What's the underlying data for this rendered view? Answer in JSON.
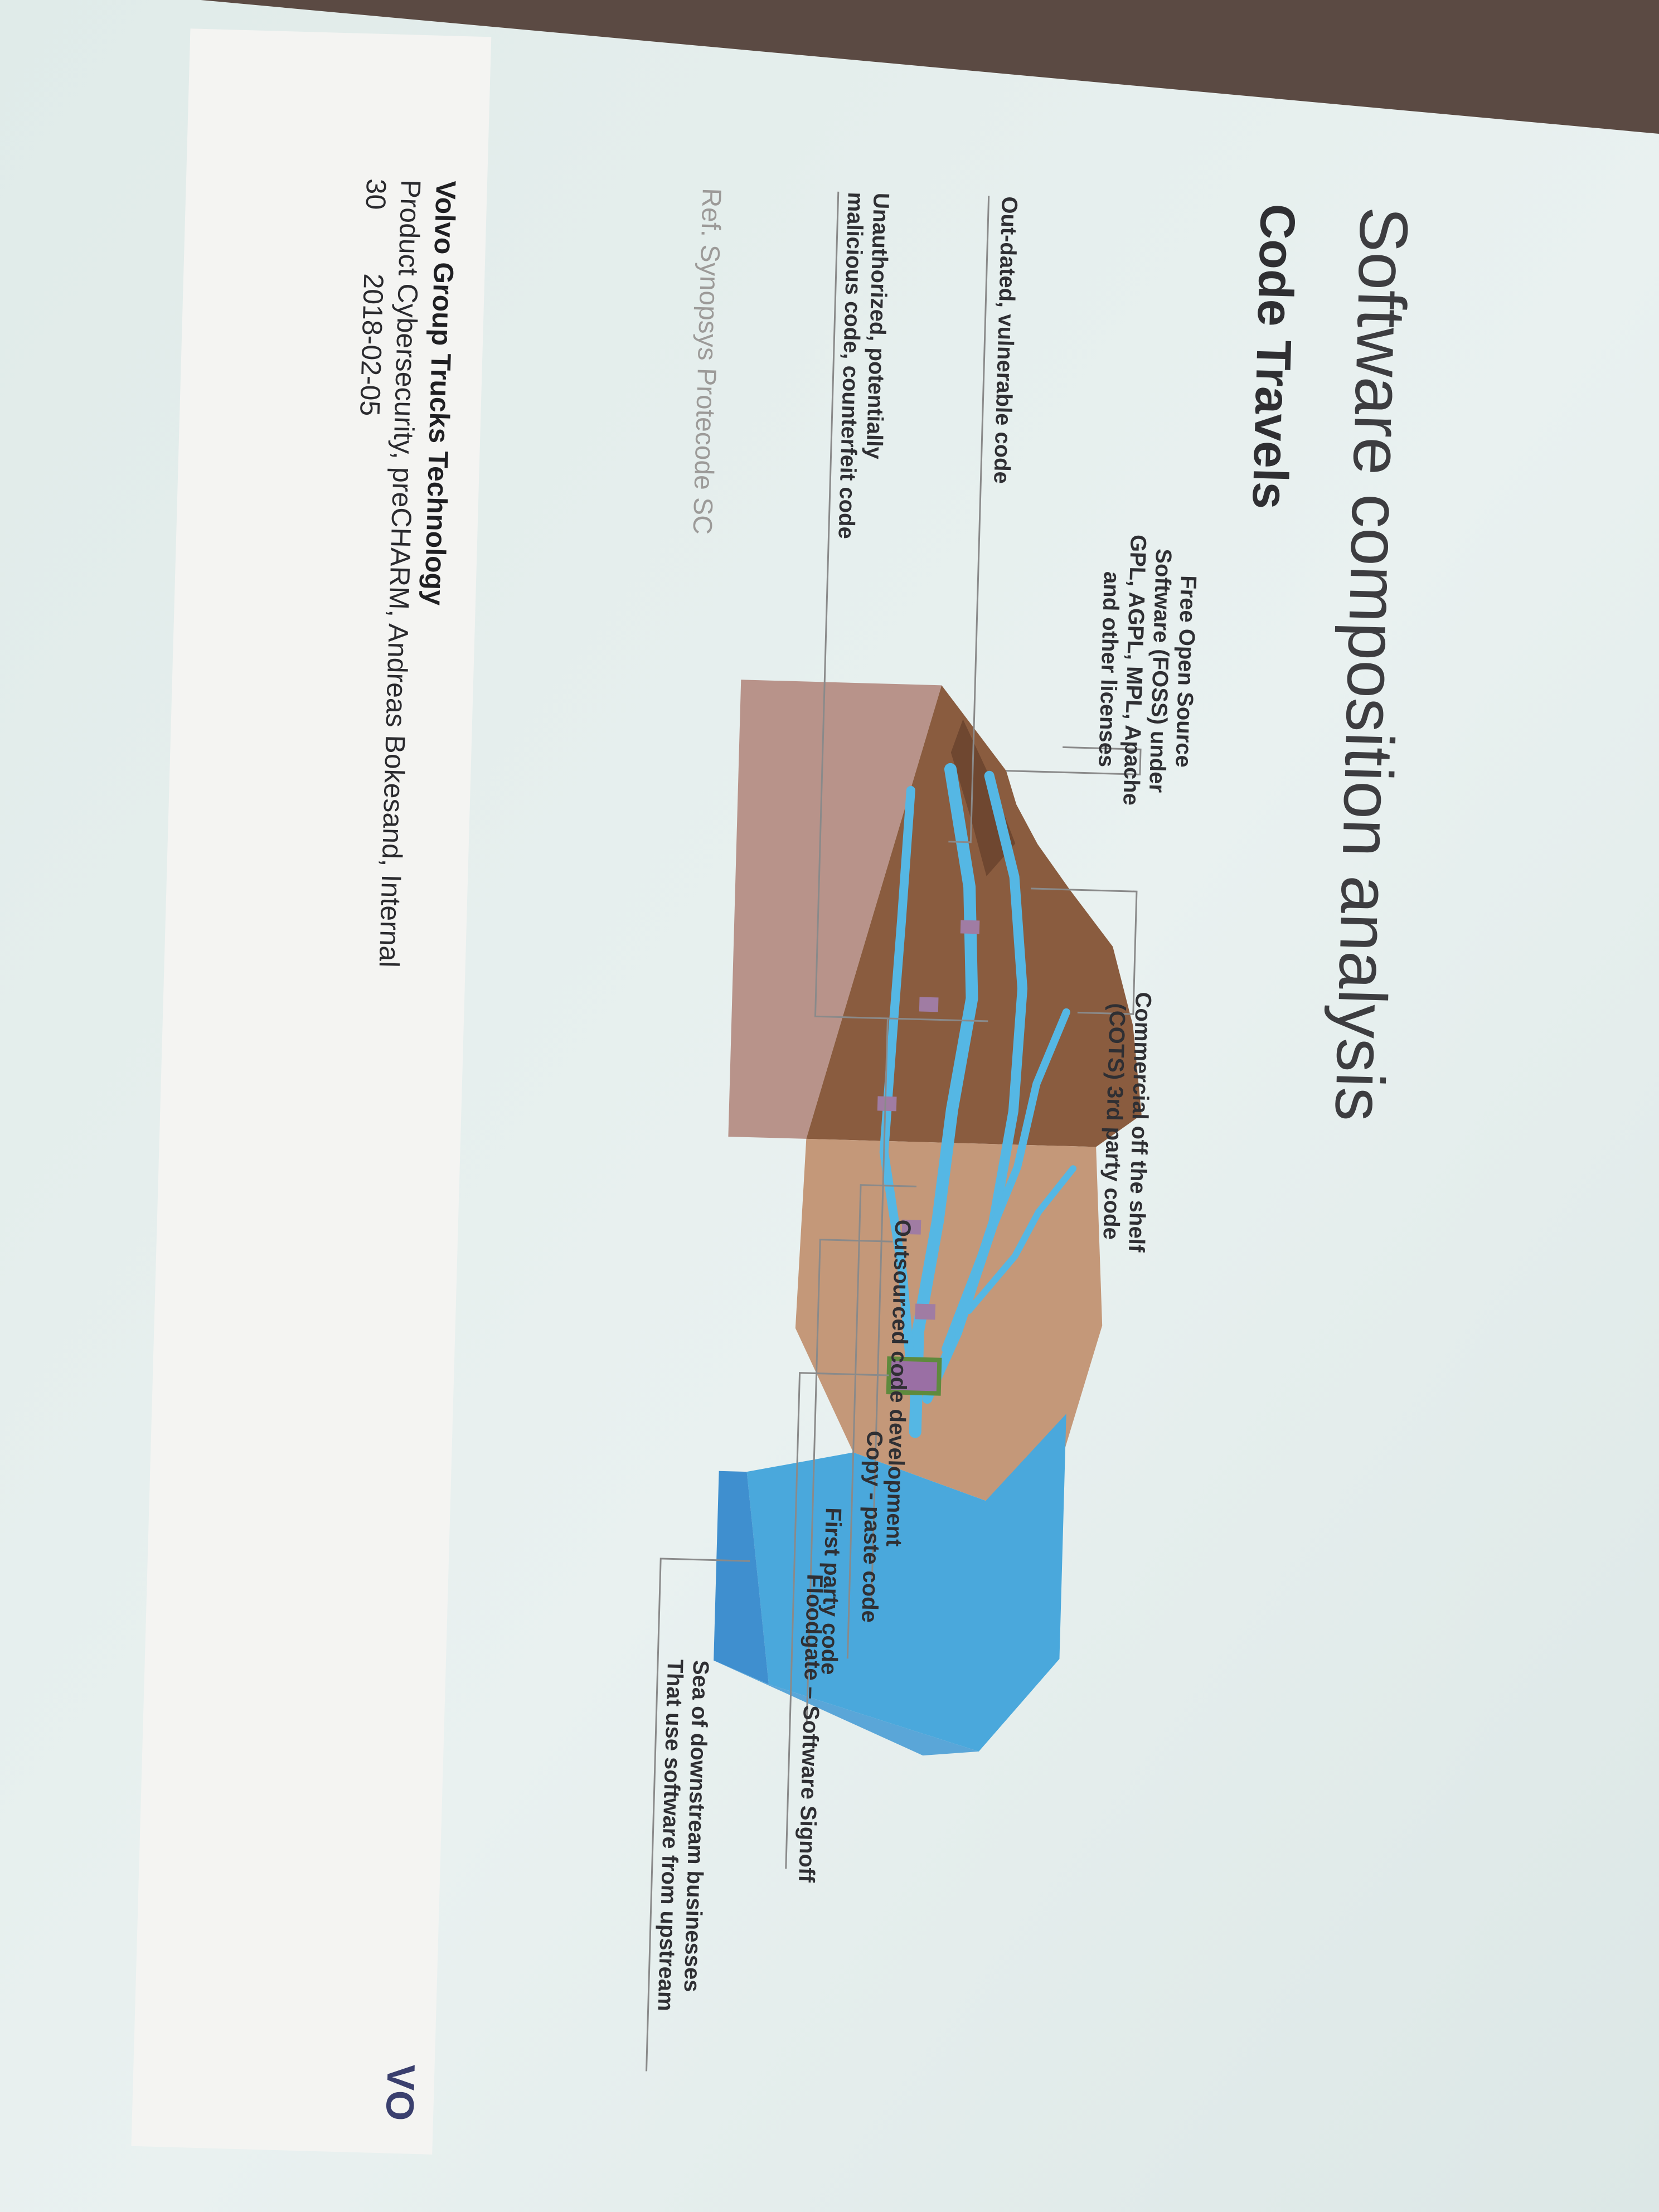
{
  "slide": {
    "title": "Software composition analysis",
    "subtitle": "Code Travels",
    "labels": {
      "foss": [
        "Free Open Source",
        "Software (FOSS) under",
        "GPL, AGPL, MPL, Apache",
        "and other licenses"
      ],
      "cots": [
        "Commercial off the shelf",
        "(COTS) 3rd party code"
      ],
      "outsourced": "Outsourced code development",
      "copy_paste": "Copy - paste code",
      "first_party": "First party code",
      "floodgate": "Floodgate – Software Signoff",
      "sea": [
        "Sea of downstream businesses",
        "That use software from upstream"
      ],
      "outdated": "Out-dated, vulnerable code",
      "unauthorized": [
        "Unauthorized, potentially",
        "malicious code, counterfeit code"
      ]
    },
    "reference": "Ref. Synopsys Protecode SC"
  },
  "footer": {
    "company": "Volvo Group Trucks Technology",
    "line2": "Product Cybersecurity, preCHARM, Andreas Bokesand, Internal",
    "page": "30",
    "date": "2018-02-05",
    "brand": "VO"
  },
  "colors": {
    "screen": "#e4efee",
    "wall": "#5b4a43",
    "water": "#4aa8dc",
    "earth": "#8a5c3f",
    "terrain_side": "#b8938a"
  }
}
